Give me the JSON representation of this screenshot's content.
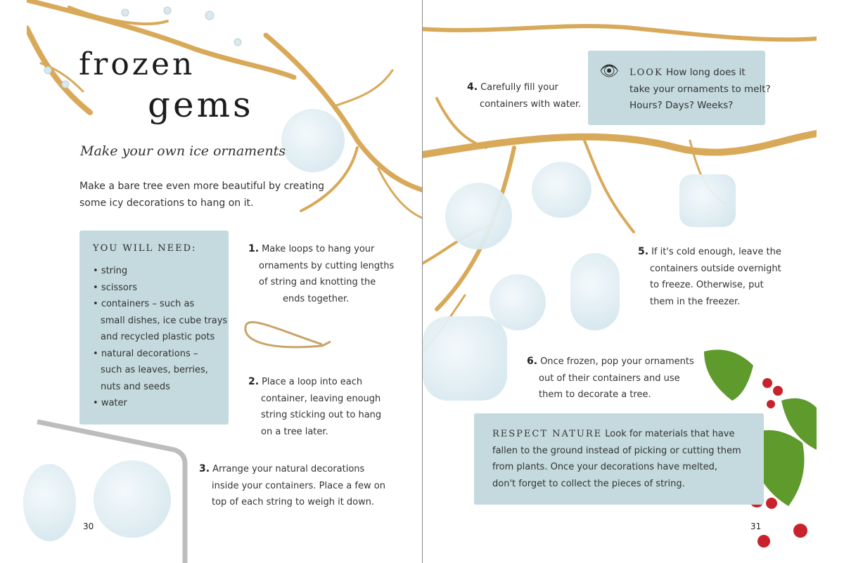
{
  "left_page": {
    "title_line1": "frozen",
    "title_line2": "gems",
    "subtitle": "Make your own ice ornaments",
    "intro": [
      "Make a bare tree even more beautiful by creating",
      "some icy decorations to hang on it."
    ],
    "you_will_need": {
      "heading": "YOU WILL NEED:",
      "items": [
        [
          "string"
        ],
        [
          "scissors"
        ],
        [
          "containers – such as",
          "small dishes, ice cube trays",
          "and recycled plastic pots"
        ],
        [
          "natural decorations –",
          "such as leaves, berries,",
          "nuts and seeds"
        ],
        [
          "water"
        ]
      ]
    },
    "steps": [
      {
        "num": "1.",
        "lines": [
          "Make loops to hang your",
          "ornaments by cutting lengths",
          "of string and knotting the",
          "ends together."
        ]
      },
      {
        "num": "2.",
        "lines": [
          "Place a loop into each",
          "container, leaving enough",
          "string sticking out to hang",
          "on a tree later."
        ]
      },
      {
        "num": "3.",
        "lines": [
          "Arrange your natural decorations",
          "inside your containers. Place a few on",
          "top of each string to weigh it down."
        ]
      }
    ],
    "page_number": "30"
  },
  "right_page": {
    "steps": [
      {
        "num": "4.",
        "lines": [
          "Carefully fill your",
          "containers with water."
        ]
      },
      {
        "num": "5.",
        "lines": [
          "If it's cold enough, leave the",
          "containers outside overnight",
          "to freeze. Otherwise, put",
          "them in the freezer."
        ]
      },
      {
        "num": "6.",
        "lines": [
          "Once frozen, pop your ornaments",
          "out of their containers and use",
          "them to decorate a tree."
        ]
      }
    ],
    "look_box": {
      "icon": "eye-icon",
      "label": "LOOK",
      "lines": [
        "How long does it",
        "take your ornaments to melt?",
        "Hours? Days? Weeks?"
      ]
    },
    "respect_box": {
      "label": "RESPECT NATURE",
      "lines": [
        "Look for materials that have",
        "fallen to the ground instead of picking or cutting them",
        "from plants. Once your decorations have melted,",
        "don't forget to collect the pieces of string."
      ]
    },
    "page_number": "31"
  },
  "colors": {
    "box": "#c4dade",
    "branch": "#d9a95a",
    "berry": "#c8232c",
    "holly": "#5f9a2c"
  }
}
